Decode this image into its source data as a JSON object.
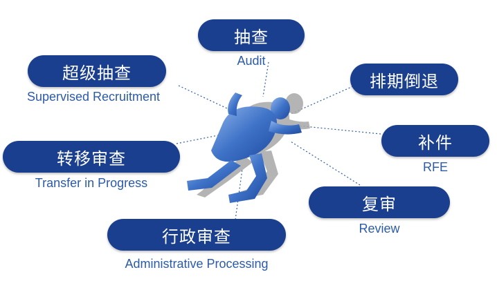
{
  "nodes": {
    "audit": {
      "label": "抽查",
      "sub": "Audit"
    },
    "supervised": {
      "label": "超级抽查",
      "sub": "Supervised Recruitment"
    },
    "reschedule": {
      "label": "排期倒退",
      "sub": ""
    },
    "rfe": {
      "label": "补件",
      "sub": "RFE"
    },
    "transfer": {
      "label": "转移审查",
      "sub": "Transfer in Progress"
    },
    "review": {
      "label": "复审",
      "sub": "Review"
    },
    "admin": {
      "label": "行政审查",
      "sub": "Administrative Processing"
    }
  },
  "colors": {
    "pill": "#1b3f8f",
    "subtext": "#2b5aa8",
    "runner": "#3a6fc4",
    "shadow": "#9a9a9a"
  }
}
